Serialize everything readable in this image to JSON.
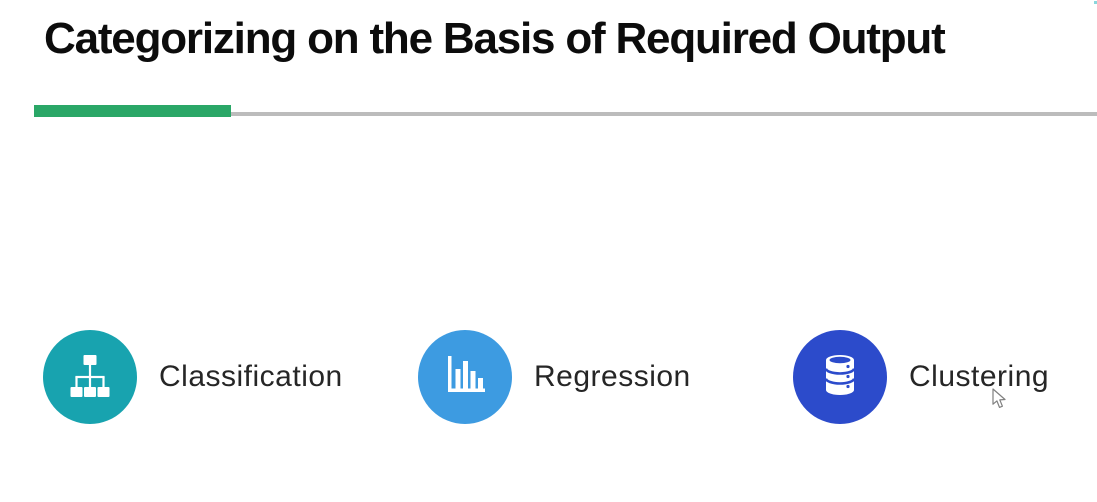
{
  "slide": {
    "title": "Categorizing on the Basis of Required Output",
    "accent_bar_color": "#2aa767",
    "rule_color": "#bcbcbc"
  },
  "items": [
    {
      "label": "Classification",
      "icon": "sitemap-icon",
      "color": "#18a3af"
    },
    {
      "label": "Regression",
      "icon": "bar-chart-icon",
      "color": "#3d9be1"
    },
    {
      "label": "Clustering",
      "icon": "database-icon",
      "color": "#2c4bcb"
    }
  ],
  "cursor": {
    "type": "arrow-pointer"
  }
}
